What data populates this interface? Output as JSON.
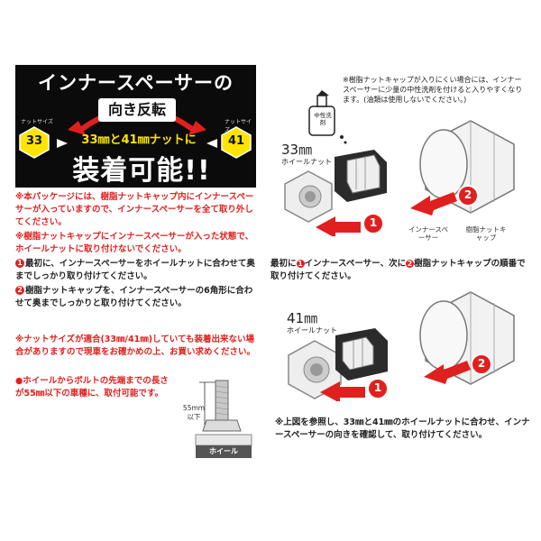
{
  "banner": {
    "title": "インナースペーサーの",
    "subtitle": "向き反転",
    "nut_size_label": "ナットサイズ",
    "size_left": "33",
    "size_right": "41",
    "size_unit": "mm",
    "line2": "33㎜と41㎜ナットに",
    "main": "装着可能!!"
  },
  "left_notes": {
    "note1": "※本パッケージには、樹脂ナットキャップ内にインナースペーサーが入っていますので、インナースペーサーを全て取り外してください。",
    "note2": "※樹脂ナットキャップにインナースペーサーが入った状態で、ホイールナットに取り付けないでください。",
    "step1_badge": "1",
    "step1": "最初に、インナースペーサーをホイールナットに合わせて奥までしっかり取り付けてください。",
    "step2_badge": "2",
    "step2": "樹脂ナットキャップを、インナースペーサーの6角形に合わせて奥までしっかりと取り付けてください。",
    "warn1": "※ナットサイズが適合(33㎜/41㎜)していても装着出来ない場合がありますので現車をお確かめの上、お買い求めください。",
    "warn2": "●ホイールからボルトの先端までの長さが55㎜以下の車種に、取付可能です。"
  },
  "bolt_diagram": {
    "length_label": "55mm",
    "below_label": "以下",
    "wheel_label": "ホイール"
  },
  "top_right": {
    "note": "※樹脂ナットキャップが入りにくい場合には、インナースペーサーに少量の中性洗剤を付けると入りやすくなります。(油類は使用しないでください。)",
    "bottle_label": "中性洗剤",
    "size33": "33㎜",
    "size33_sub": "ホイールナット",
    "inner_spacer": "インナースペーサー",
    "resin_cap": "樹脂ナットキャップ",
    "arrow1": "1",
    "arrow2": "2",
    "instruction_pre": "最初に",
    "instruction_mid": "インナースペーサー、次に",
    "instruction_post": "樹脂ナットキャップの順番で取り付けてください。"
  },
  "bottom_right": {
    "size41": "41㎜",
    "size41_sub": "ホイールナット",
    "arrow1": "1",
    "arrow2": "2",
    "note": "※上図を参照し、33㎜と41㎜のホイールナットに合わせ、インナースペーサーの向きを確認して、取り付けてください。"
  },
  "colors": {
    "accent_red": "#e0201e",
    "banner_black": "#0b0b0b",
    "highlight_yellow": "#ffe400"
  }
}
